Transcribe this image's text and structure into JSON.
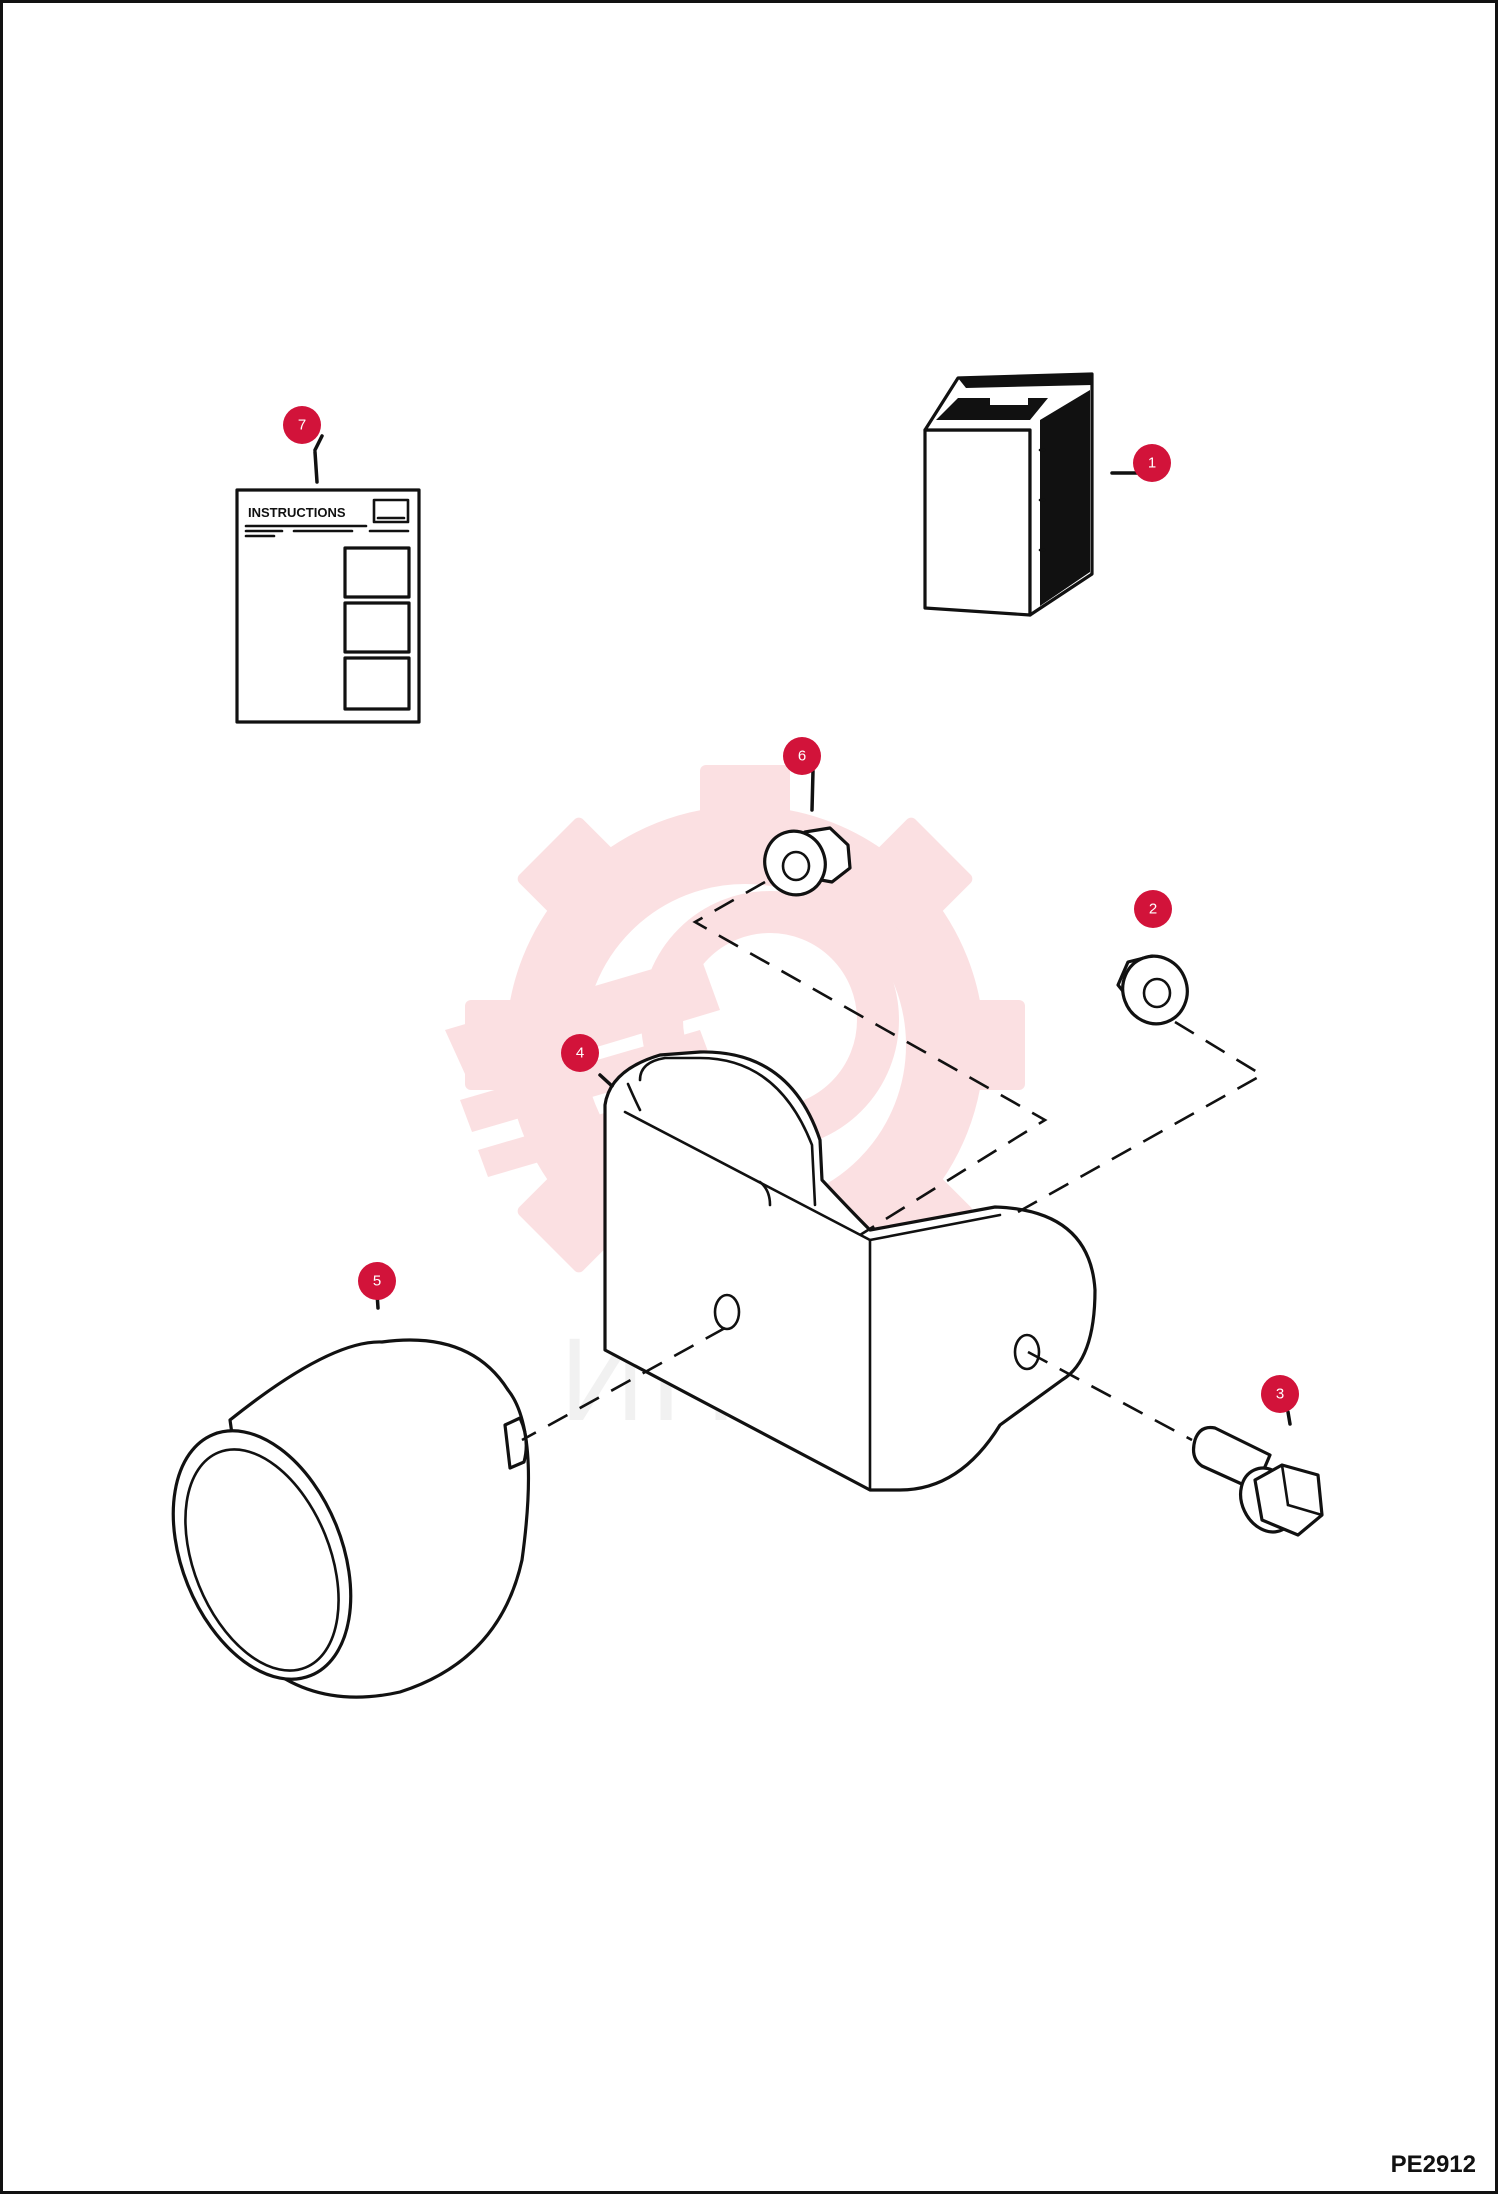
{
  "drawing_code": "PE2912",
  "watermark": {
    "text": "ИНТЕХ",
    "color": "#f4a8ad"
  },
  "instructions_sheet": {
    "title": "INSTRUCTIONS"
  },
  "callout_color": "#d2133a",
  "callouts": [
    {
      "number": "1",
      "part": "battery"
    },
    {
      "number": "2",
      "part": "flange-nut"
    },
    {
      "number": "3",
      "part": "flange-bolt"
    },
    {
      "number": "4",
      "part": "mounting-bracket"
    },
    {
      "number": "5",
      "part": "horn"
    },
    {
      "number": "6",
      "part": "flange-nut"
    },
    {
      "number": "7",
      "part": "instructions-sheet"
    }
  ]
}
